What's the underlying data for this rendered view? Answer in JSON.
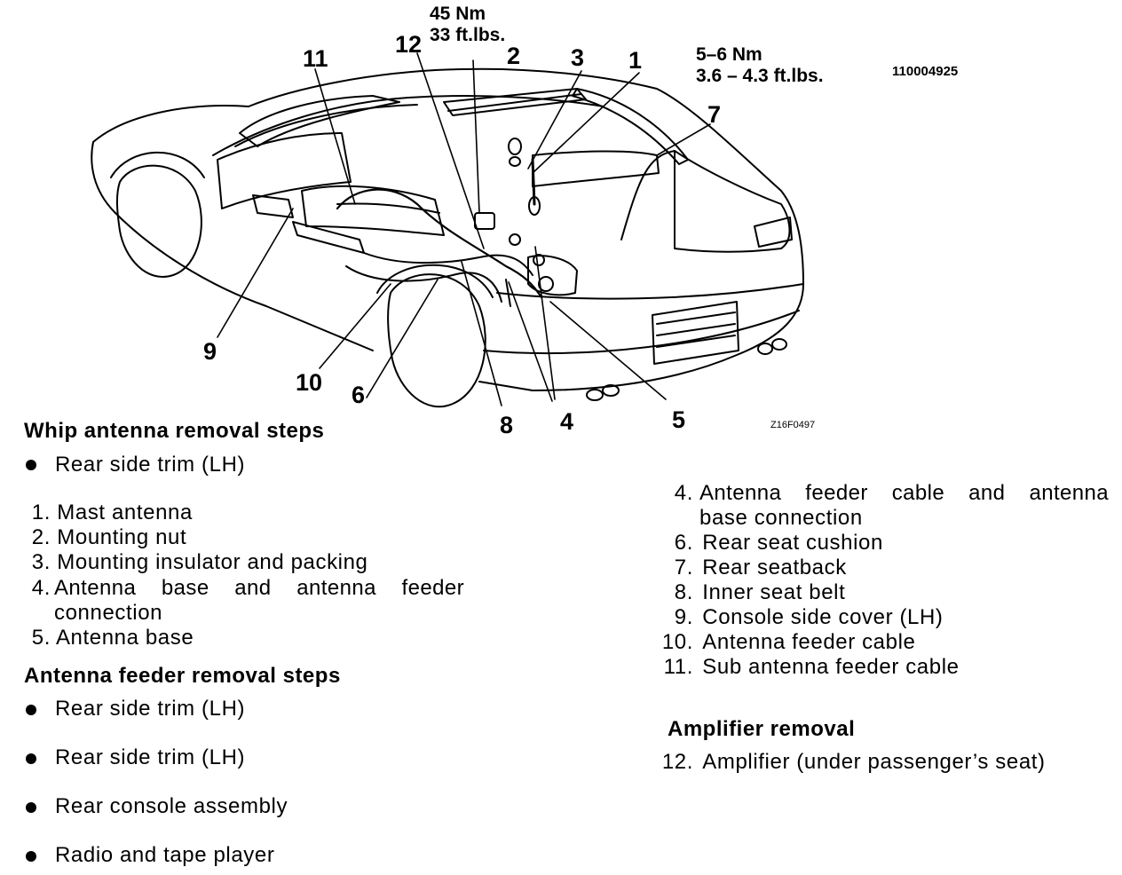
{
  "figure": {
    "torque_left": {
      "line1": "45 Nm",
      "line2": "33 ft.lbs."
    },
    "torque_right": {
      "line1": "5–6 Nm",
      "line2": "3.6 – 4.3 ft.lbs."
    },
    "doc_code": "110004925",
    "figure_code": "Z16F0497",
    "callouts": [
      "1",
      "2",
      "3",
      "4",
      "5",
      "6",
      "7",
      "8",
      "9",
      "10",
      "11",
      "12"
    ]
  },
  "whip": {
    "heading": "Whip antenna removal steps",
    "prep": "Rear side trim (LH)",
    "steps": [
      {
        "num": "1.",
        "text": "Mast antenna"
      },
      {
        "num": "2.",
        "text": "Mounting nut"
      },
      {
        "num": "3.",
        "text": "Mounting insulator and packing"
      },
      {
        "num": "4.",
        "text": "Antenna base and antenna feeder",
        "cont": "connection"
      },
      {
        "num": "5.",
        "text": "Antenna base"
      }
    ]
  },
  "feeder": {
    "heading": "Antenna feeder removal steps",
    "prep": [
      "Rear side trim (LH)",
      "Rear side trim (LH)",
      "Rear console assembly",
      "Radio and tape player"
    ],
    "steps": [
      {
        "num": "4.",
        "text": "Antenna feeder cable and antenna",
        "cont": "base connection"
      },
      {
        "num": "6.",
        "text": "Rear seat cushion"
      },
      {
        "num": "7.",
        "text": "Rear seatback"
      },
      {
        "num": "8.",
        "text": "Inner seat belt"
      },
      {
        "num": "9.",
        "text": "Console side cover (LH)"
      },
      {
        "num": "10.",
        "text": "Antenna feeder cable"
      },
      {
        "num": "11.",
        "text": "Sub antenna feeder cable"
      }
    ]
  },
  "amplifier": {
    "heading": "Amplifier removal",
    "steps": [
      {
        "num": "12.",
        "text": "Amplifier (under passenger’s seat)"
      }
    ]
  }
}
